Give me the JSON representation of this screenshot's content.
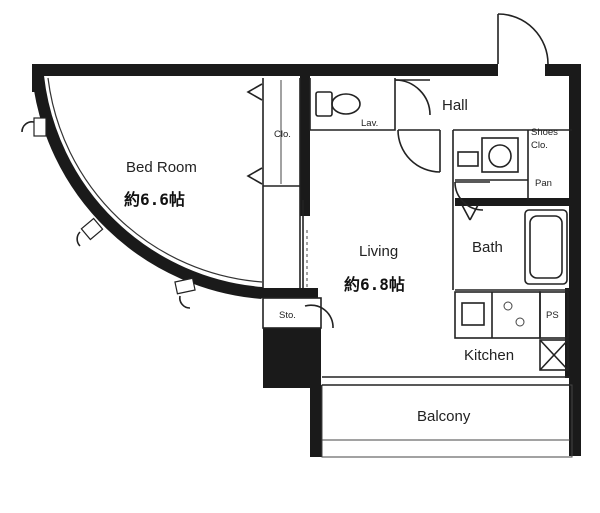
{
  "rooms": {
    "bedroom": {
      "name": "Bed Room",
      "area": "約6.6帖"
    },
    "living": {
      "name": "Living",
      "area": "約6.8帖"
    },
    "hall": "Hall",
    "lav": "Lav.",
    "closet": "Clo.",
    "shoes_closet_line1": "Shoes",
    "shoes_closet_line2": "Clo.",
    "pantry": "Pan",
    "bath": "Bath",
    "storage": "Sto.",
    "pipe_space": "PS",
    "kitchen": "Kitchen",
    "balcony": "Balcony"
  },
  "colors": {
    "wall": "#1a1a1a",
    "background": "#ffffff"
  }
}
